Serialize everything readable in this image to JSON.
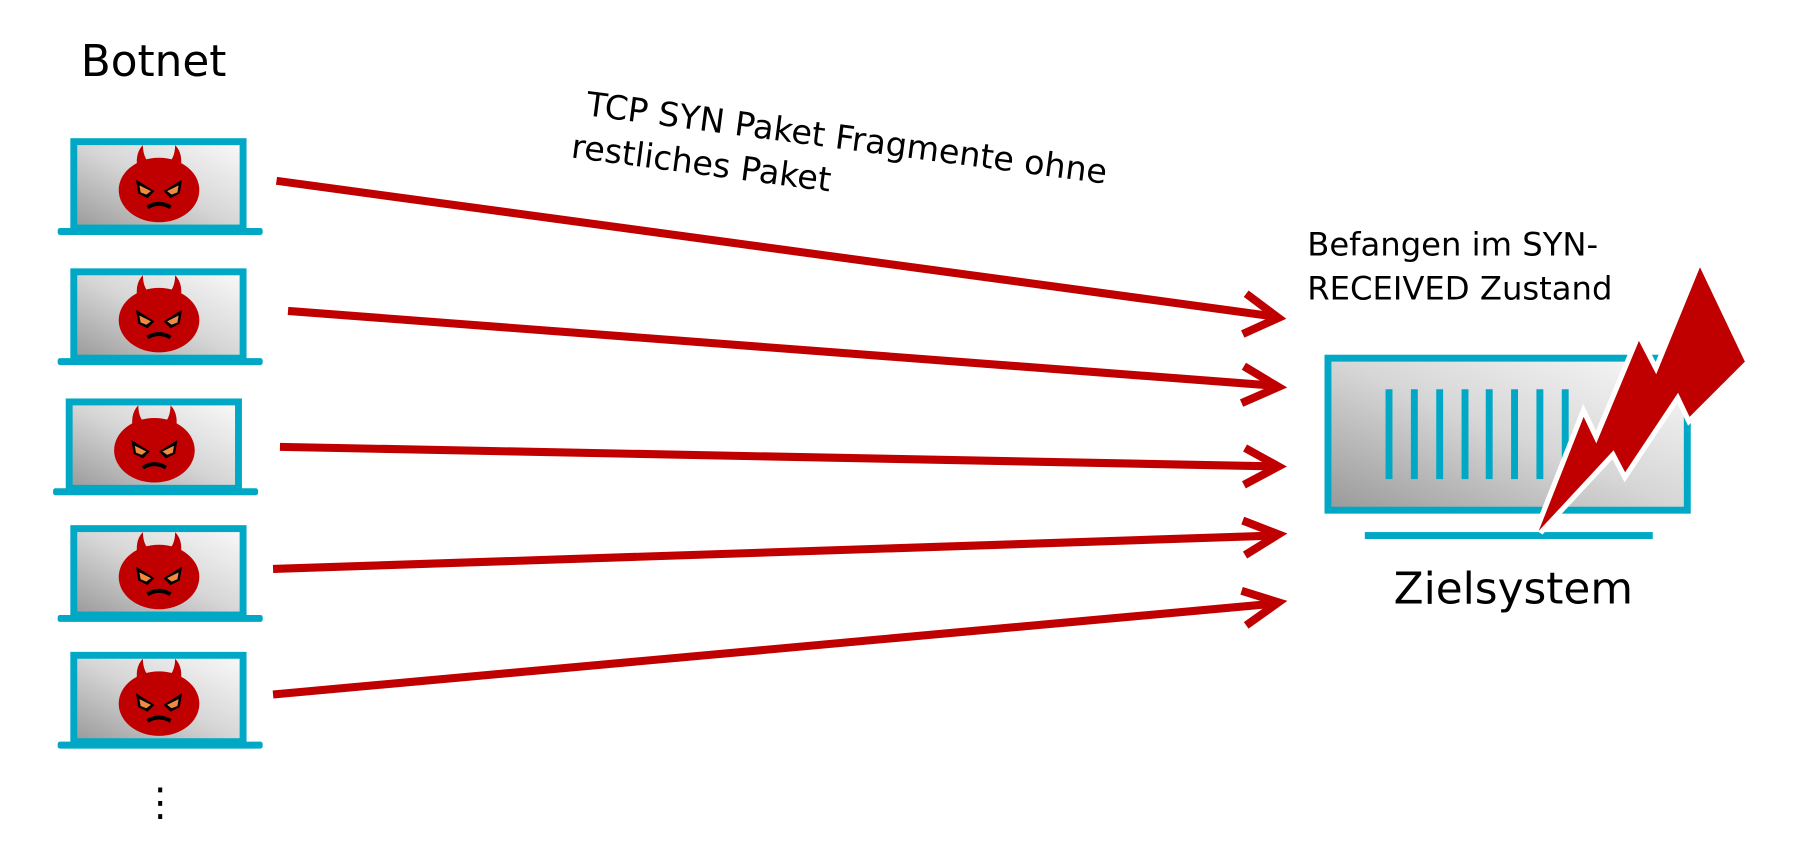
{
  "title": "Botnet",
  "packet_label": {
    "line1": "TCP SYN Paket Fragmente ohne",
    "line2": "restliches Paket"
  },
  "state_label": {
    "line1": "Befangen im SYN-",
    "line2": "RECEIVED Zustand"
  },
  "target_label": "Zielsystem",
  "more_indicator": "⋮",
  "bot_count_shown": 5,
  "icons": {
    "bot": "devil-laptop-icon",
    "target": "server-monitor-icon",
    "attack": "lightning-bolt-icon"
  },
  "colors": {
    "arrow": "#c00000",
    "frame": "#00a8c6",
    "devil": "#c00000"
  }
}
